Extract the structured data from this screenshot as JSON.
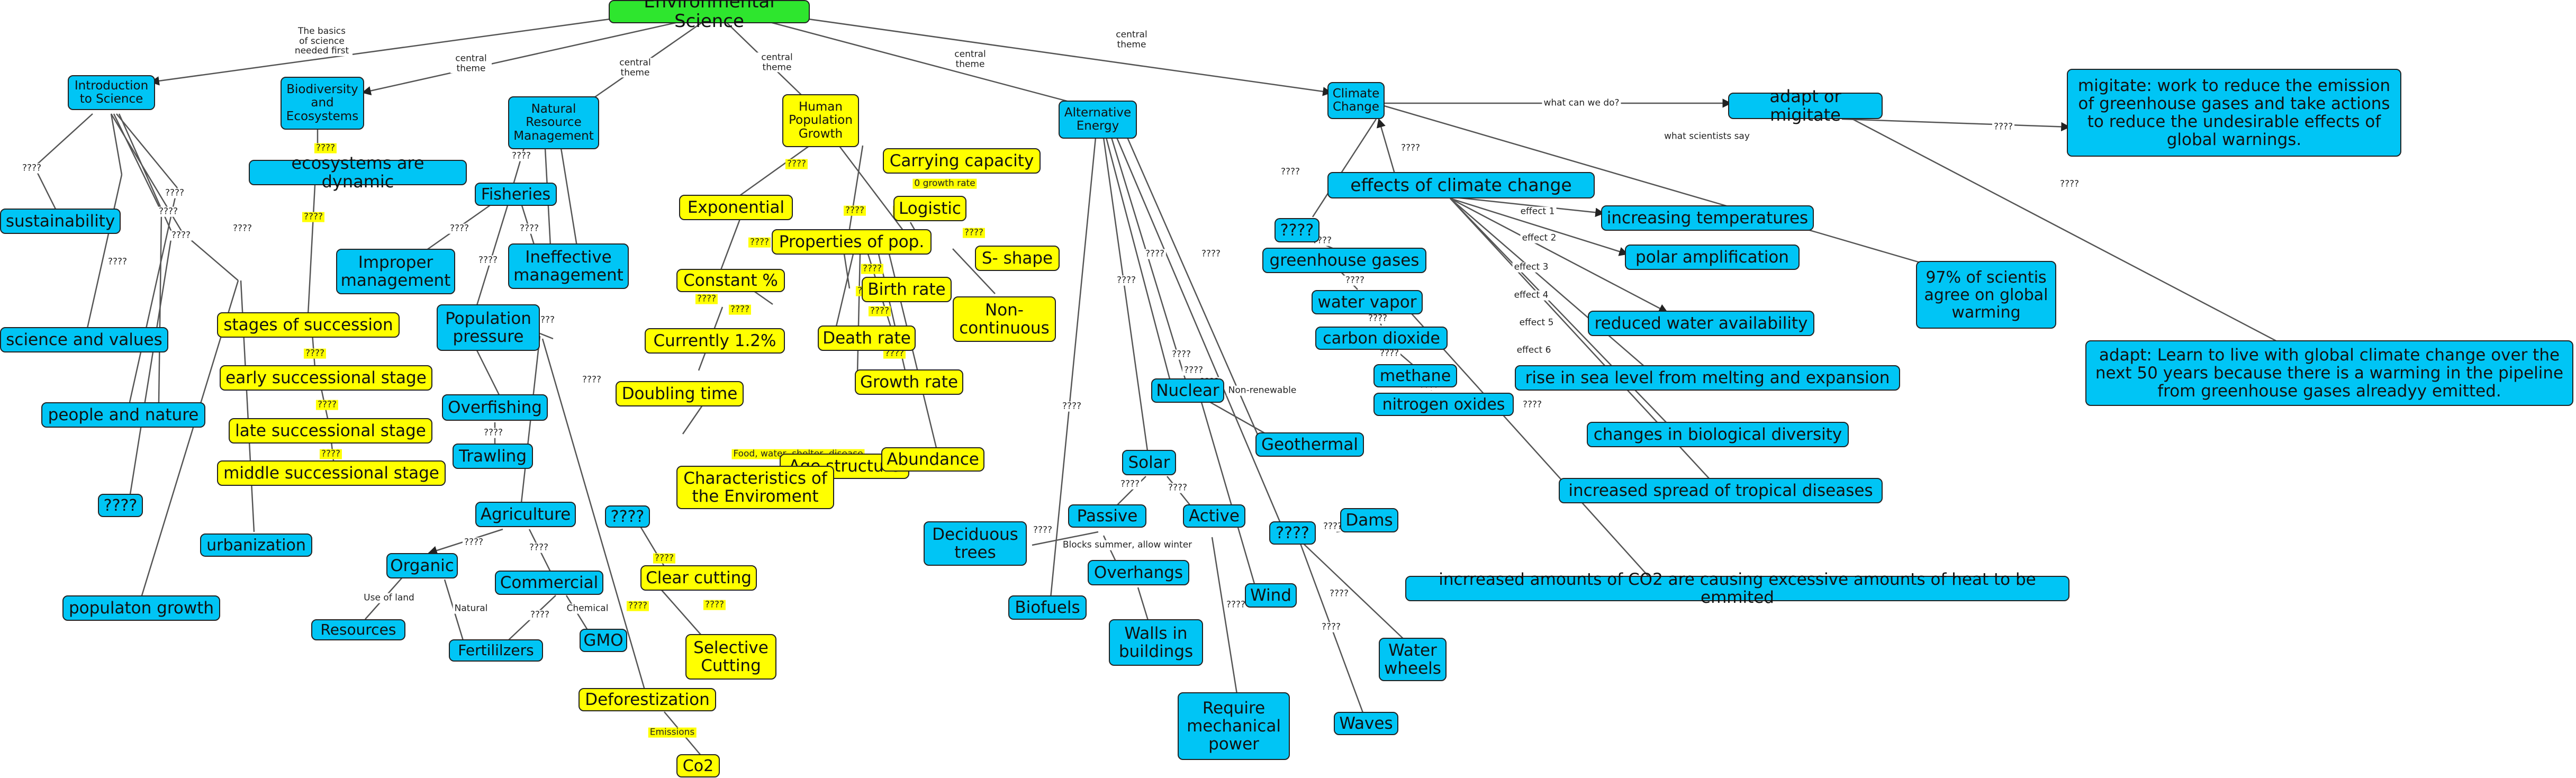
{
  "nodes": {
    "env": "Environmental Science",
    "intro": "Introduction to Science",
    "bio": "Biodiversity and Ecosystems",
    "nrm": "Natural Resource Management",
    "hpg": "Human Population Growth",
    "alt": "Alternative Energy",
    "cc": "Climate Change",
    "adapt_or_mitigate": "adapt or migitate",
    "mitigate": "migitate: work to reduce the emission of greenhouse gases and take actions to reduce the undesirable effects of global warnings.",
    "adapt": "adapt: Learn to live with global climate change over the next 50 years because there is a warming in the pipeline from greenhouse gases alreadyy emitted.",
    "scientists": "97% of scientis agree on global warming",
    "effects": "effects of climate change",
    "inc_temp": "increasing temperatures",
    "polar": "polar amplification",
    "water_avail": "reduced water availability",
    "sea_level": "rise in sea level from melting and expansion",
    "bio_div": "changes in biological diversity",
    "tropical": "increased spread of tropical diseases",
    "co2_heat": "incrreased amounts of CO2 are causing excessive amounts of heat to be emmited",
    "cc_q": "????",
    "ghg": "greenhouse gases",
    "water_vapor": "water vapor",
    "co2": "carbon dioxide",
    "methane": "methane",
    "nitrogen": "nitrogen oxides",
    "sustainability": "sustainability",
    "sci_values": "science and values",
    "people_nature": "people and nature",
    "intro_q": "????",
    "pop_growth": "populaton growth",
    "eco_dynamic": "ecosystems are dynamic",
    "stages": "stages of succession",
    "early": "early successional stage",
    "late": "late successional stage",
    "middle": "middle successional stage",
    "urbanization": "urbanization",
    "fisheries": "Fisheries",
    "improper": "Improper management",
    "ineffective": "Ineffective management",
    "pop_pressure": "Population pressure",
    "overfishing": "Overfishing",
    "trawling": "Trawling",
    "agriculture": "Agriculture",
    "organic": "Organic",
    "resources": "Resources",
    "commercial": "Commercial",
    "fertilizers": "Fertililzers",
    "gmo": "GMO",
    "nrm_q": "????",
    "clear_cutting": "Clear cutting",
    "selective": "Selective Cutting",
    "deforestation": "Deforestization",
    "co2_small": "Co2",
    "carrying": "Carrying capacity",
    "logistic": "Logistic",
    "s_shape": "S- shape",
    "non_cont": "Non-continuous",
    "exponential": "Exponential",
    "properties": "Properties of pop.",
    "constant": "Constant %",
    "currently": "Currently 1.2%",
    "doubling": "Doubling time",
    "birth": "Birth rate",
    "death": "Death rate",
    "growth_rate": "Growth rate",
    "age": "Age structure",
    "characteristics": "Characteristics of the Enviroment",
    "abundance": "Abundance",
    "deciduous": "Deciduous trees",
    "biofuels": "Biofuels",
    "nuclear": "Nuclear",
    "geothermal": "Geothermal",
    "solar": "Solar",
    "passive": "Passive",
    "active": "Active",
    "overhangs": "Overhangs",
    "walls": "Walls in buildings",
    "req_power": "Require mechanical power",
    "alt_q": "????",
    "dams": "Dams",
    "wind": "Wind",
    "water_wheels": "Water wheels",
    "waves": "Waves"
  },
  "labels": {
    "basics": "The basics of science needed first",
    "central_theme": "central theme",
    "what_can_we_do": "what can we do?",
    "what_scientists_say": "what scientists say",
    "q": "????",
    "effect1": "effect 1",
    "effect2": "effect 2",
    "effect3": "effect 3",
    "effect4": "effect 4",
    "effect5": "effect 5",
    "effect6": "effect 6",
    "non_renewable": "Non-renewable",
    "blocks_summer": "Blocks summer, allow winter",
    "use_of_land": "Use of land",
    "natural": "Natural",
    "chemical": "Chemical",
    "emissions": "Emissions",
    "zero_growth": "0 growth rate",
    "food_water": "Food, water, shelter, disease"
  },
  "colors": {
    "root": "#2ee62e",
    "theme_blue": "#00c5f5",
    "theme_yellow": "#ffff00",
    "edge": "#555555"
  }
}
